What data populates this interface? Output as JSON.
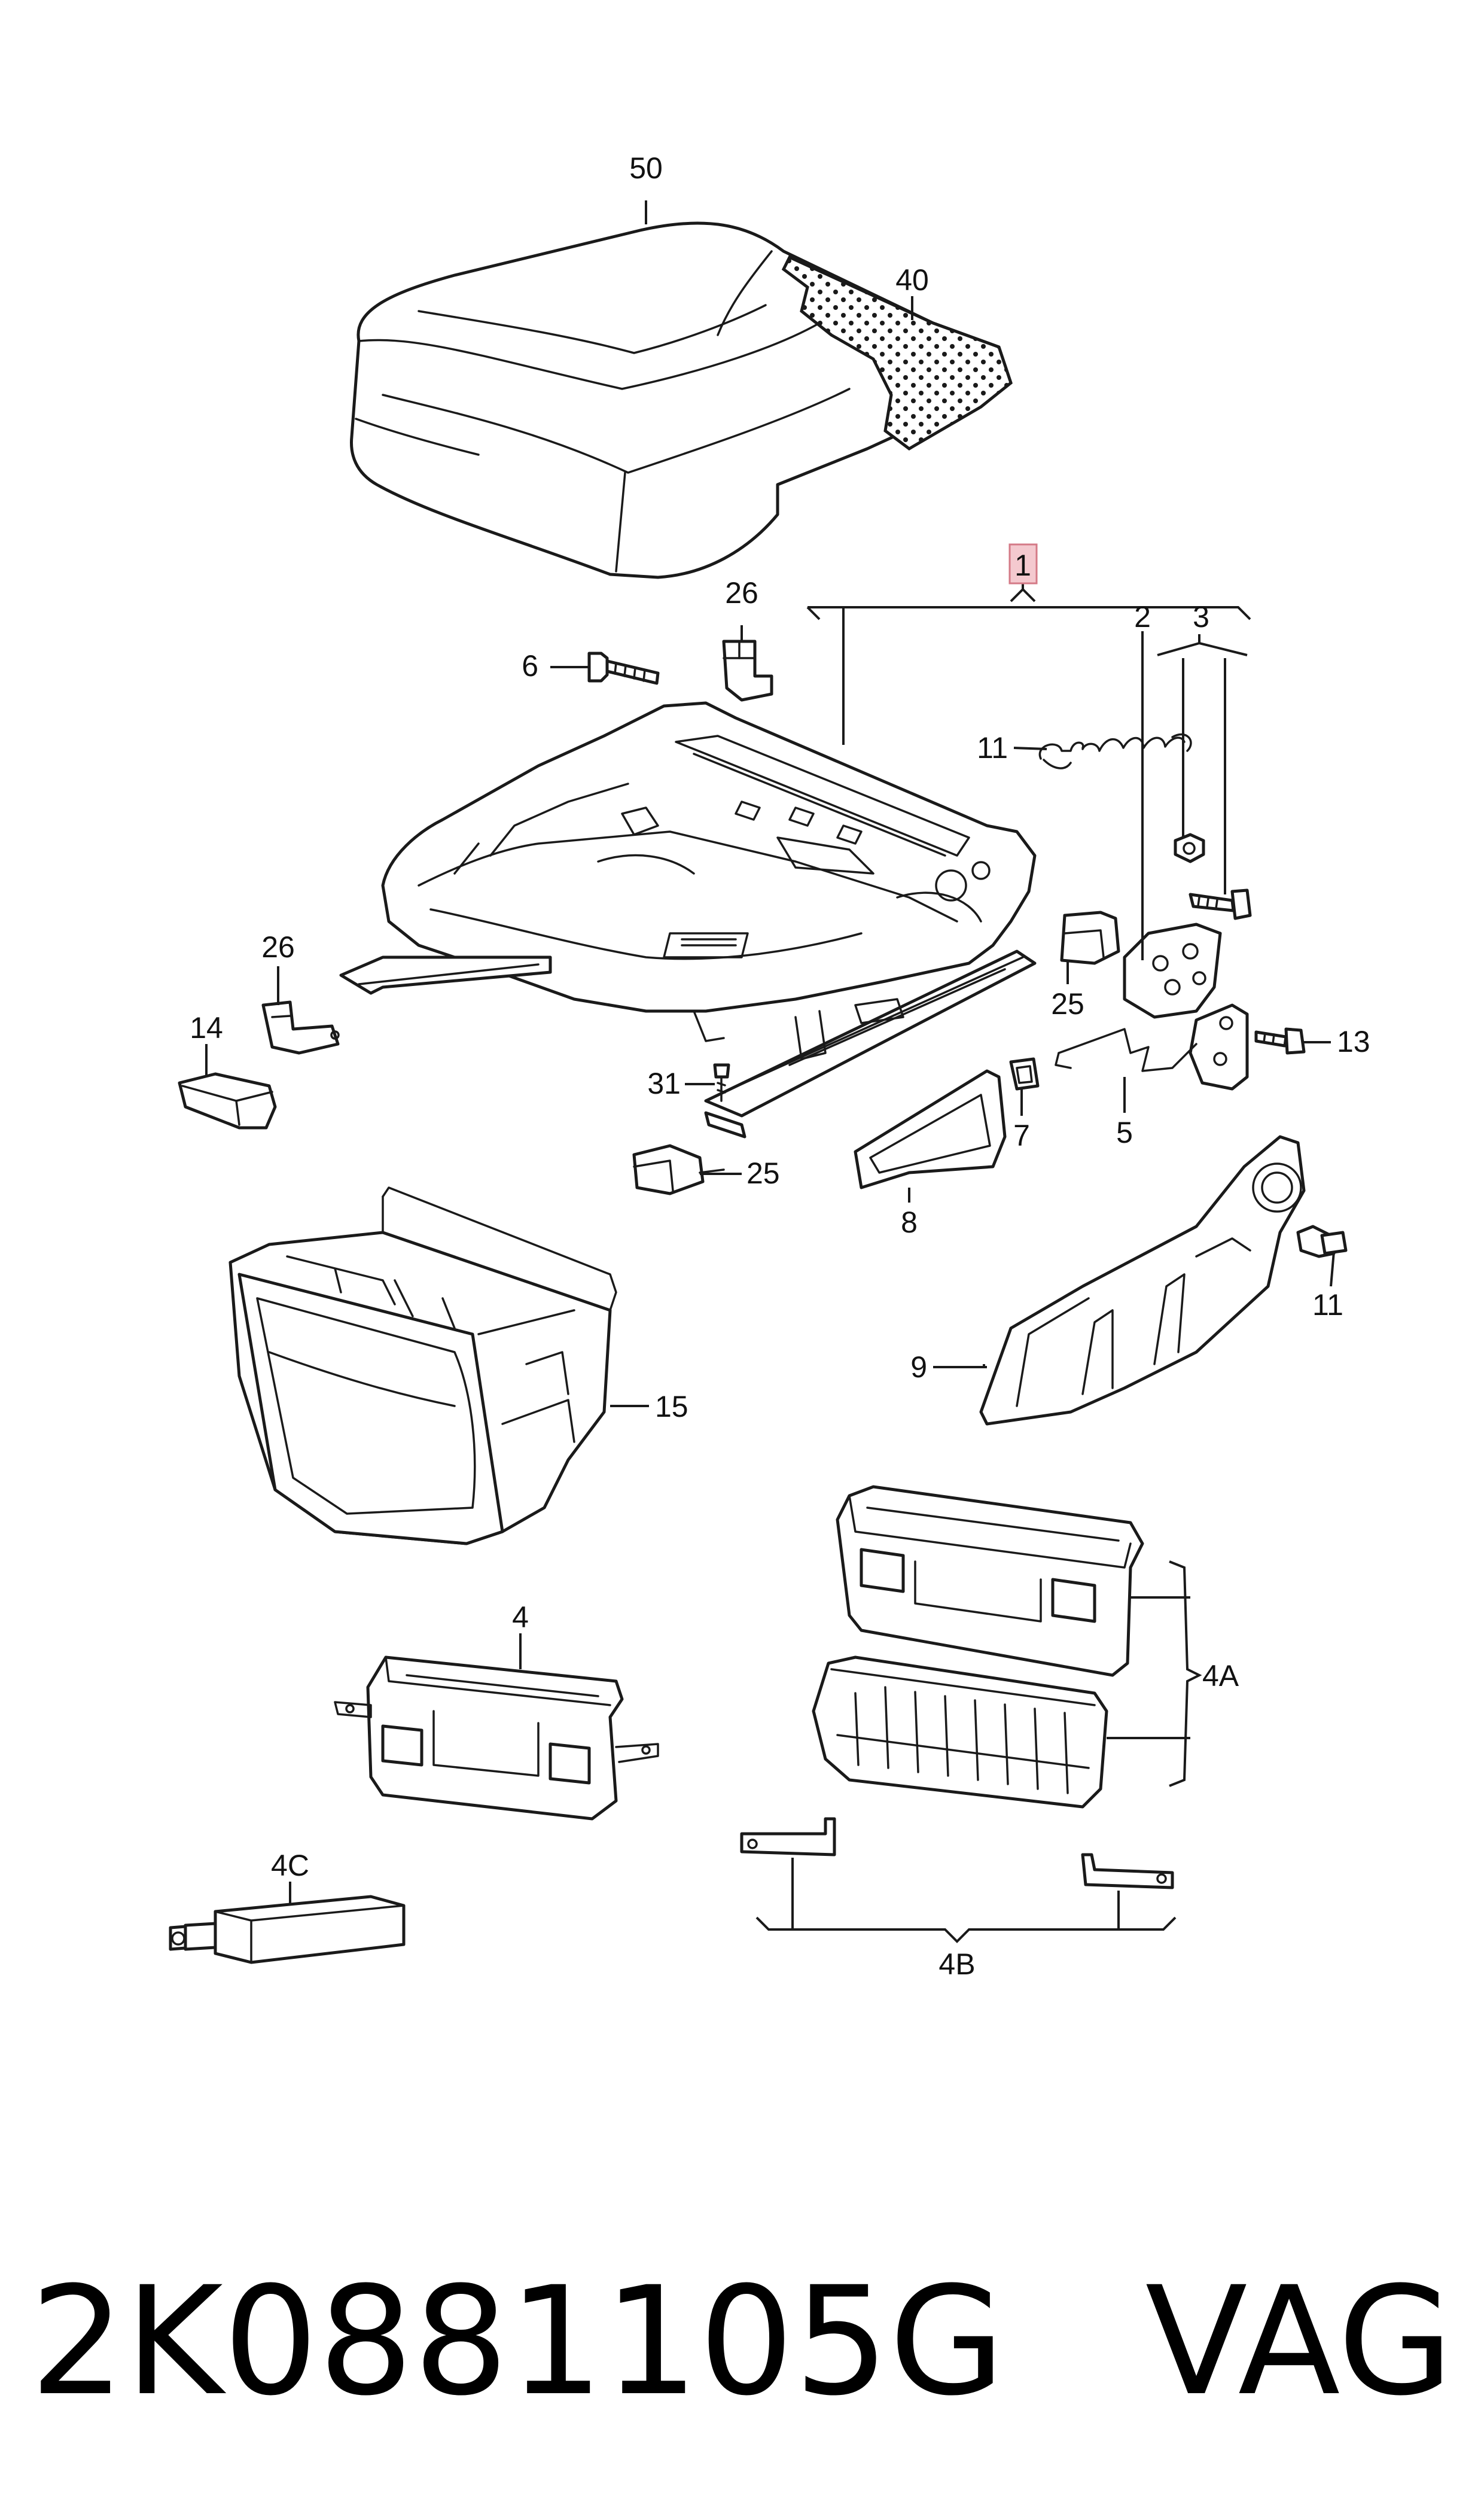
{
  "diagram": {
    "callouts": {
      "c50": "50",
      "c40": "40",
      "c1": "1",
      "c26a": "26",
      "c6": "6",
      "c2": "2",
      "c3": "3",
      "c11a": "11",
      "c26b": "26",
      "c14": "14",
      "c25a": "25",
      "c13": "13",
      "c31": "31",
      "c7": "7",
      "c5": "5",
      "c25b": "25",
      "c8": "8",
      "c11b": "11",
      "c9": "9",
      "c15": "15",
      "c4": "4",
      "c4a": "4A",
      "c4c": "4C",
      "c4b": "4B"
    },
    "highlight_color": "#f4c9cf",
    "highlighted_callout": "1"
  },
  "footer": {
    "part_number": "2K0881105G",
    "brand": "VAG"
  }
}
